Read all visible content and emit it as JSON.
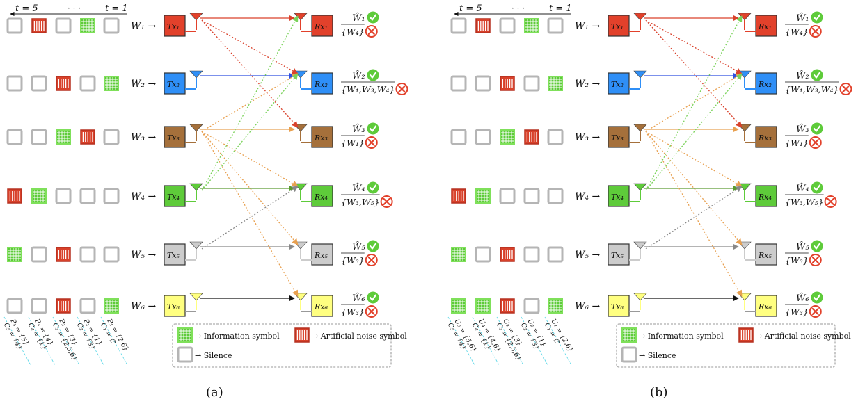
{
  "colors": {
    "info": "#5ecb3a",
    "noise": "#d8412a",
    "silence": "#b5b5b5",
    "tx": [
      "#e2412b",
      "#2f8ff7",
      "#a5703b",
      "#5ecb3a",
      "#cccccc",
      "#ffff80"
    ],
    "links": [
      "#d9412b",
      "#2e4fe0",
      "#e8a050",
      "#5a9a30",
      "#888888",
      "#111111"
    ]
  },
  "panels": [
    {
      "caption": "(a)",
      "axis_left": "t = 5",
      "axis_dots": "· · ·",
      "axis_right": "t = 1",
      "grid": [
        [
          "s",
          "n",
          "s",
          "i",
          "s"
        ],
        [
          "s",
          "s",
          "n",
          "s",
          "i"
        ],
        [
          "s",
          "s",
          "i",
          "n",
          "s"
        ],
        [
          "n",
          "i",
          "s",
          "s",
          "s"
        ],
        [
          "i",
          "s",
          "n",
          "s",
          "s"
        ],
        [
          "s",
          "s",
          "n",
          "s",
          "i"
        ]
      ],
      "sets": [
        [
          "P₅ = {5}",
          "C₅ = {4}"
        ],
        [
          "P₄ = {4}",
          "C₄ = {1}"
        ],
        [
          "P₃ = {3}",
          "C₃ = {2,5,6}"
        ],
        [
          "P₂ = {1}",
          "C₂ = {3}"
        ],
        [
          "P₁ = {2,6}",
          "C₁ = ∅"
        ]
      ],
      "cross_links": [
        [
          0,
          1,
          0
        ],
        [
          0,
          2,
          0
        ],
        [
          2,
          1,
          2
        ],
        [
          2,
          3,
          2
        ],
        [
          2,
          4,
          2
        ],
        [
          2,
          5,
          2
        ],
        [
          3,
          0,
          3
        ],
        [
          3,
          1,
          3
        ],
        [
          4,
          3,
          4
        ]
      ],
      "rx_top": [
        "Ŵ₁",
        "Ŵ₂",
        "Ŵ₃",
        "Ŵ₄",
        "Ŵ₅",
        "Ŵ₆"
      ],
      "rx_bottom": [
        "{W₄}",
        "{W₁,W₃,W₄}",
        "{W₁}",
        "{W₃,W₅}",
        "{W₃}",
        "{W₃}"
      ]
    },
    {
      "caption": "(b)",
      "axis_left": "t = 5",
      "axis_dots": "· · ·",
      "axis_right": "t = 1",
      "grid": [
        [
          "s",
          "n",
          "s",
          "i",
          "s"
        ],
        [
          "s",
          "s",
          "n",
          "s",
          "i"
        ],
        [
          "s",
          "s",
          "i",
          "n",
          "s"
        ],
        [
          "n",
          "i",
          "s",
          "s",
          "s"
        ],
        [
          "i",
          "s",
          "n",
          "s",
          "s"
        ],
        [
          "i",
          "i",
          "n",
          "s",
          "i"
        ]
      ],
      "sets": [
        [
          "U₅ = {5,6}",
          "C₅ = {4}"
        ],
        [
          "U₄ = {4,6}",
          "C₄ = {1}"
        ],
        [
          "C₃ = {3}",
          "C₃ = {2,5,6}"
        ],
        [
          "U₂ = {1}",
          "C₂ = {3}"
        ],
        [
          "U₁ = {2,6}",
          "C₁ = ∅"
        ]
      ],
      "cross_links": [
        [
          0,
          1,
          0
        ],
        [
          0,
          2,
          0
        ],
        [
          2,
          1,
          2
        ],
        [
          2,
          3,
          2
        ],
        [
          2,
          4,
          2
        ],
        [
          2,
          5,
          2
        ],
        [
          3,
          0,
          3
        ],
        [
          3,
          1,
          3
        ],
        [
          4,
          3,
          4
        ]
      ],
      "rx_top": [
        "Ŵ₁",
        "Ŵ₂",
        "Ŵ₃",
        "Ŵ₄",
        "Ŵ₅",
        "Ŵ₆"
      ],
      "rx_bottom": [
        "{W₄}",
        "{W₁,W₃,W₄}",
        "{W₁}",
        "{W₃,W₅}",
        "{W₃}",
        "{W₃}"
      ]
    }
  ],
  "rows": {
    "w_labels": [
      "W₁ →",
      "W₂ →",
      "W₃ →",
      "W₄ →",
      "W₅ →",
      "W₆ →"
    ],
    "tx_labels": [
      "Tx₁",
      "Tx₂",
      "Tx₃",
      "Tx₄",
      "Tx₅",
      "Tx₆"
    ],
    "rx_labels": [
      "Rx₁",
      "Rx₂",
      "Rx₃",
      "Rx₄",
      "Rx₅",
      "Rx₆"
    ]
  },
  "legend": {
    "info": "→ Information symbol",
    "noise": "→ Artificial noise symbol",
    "silence": "→ Silence"
  }
}
